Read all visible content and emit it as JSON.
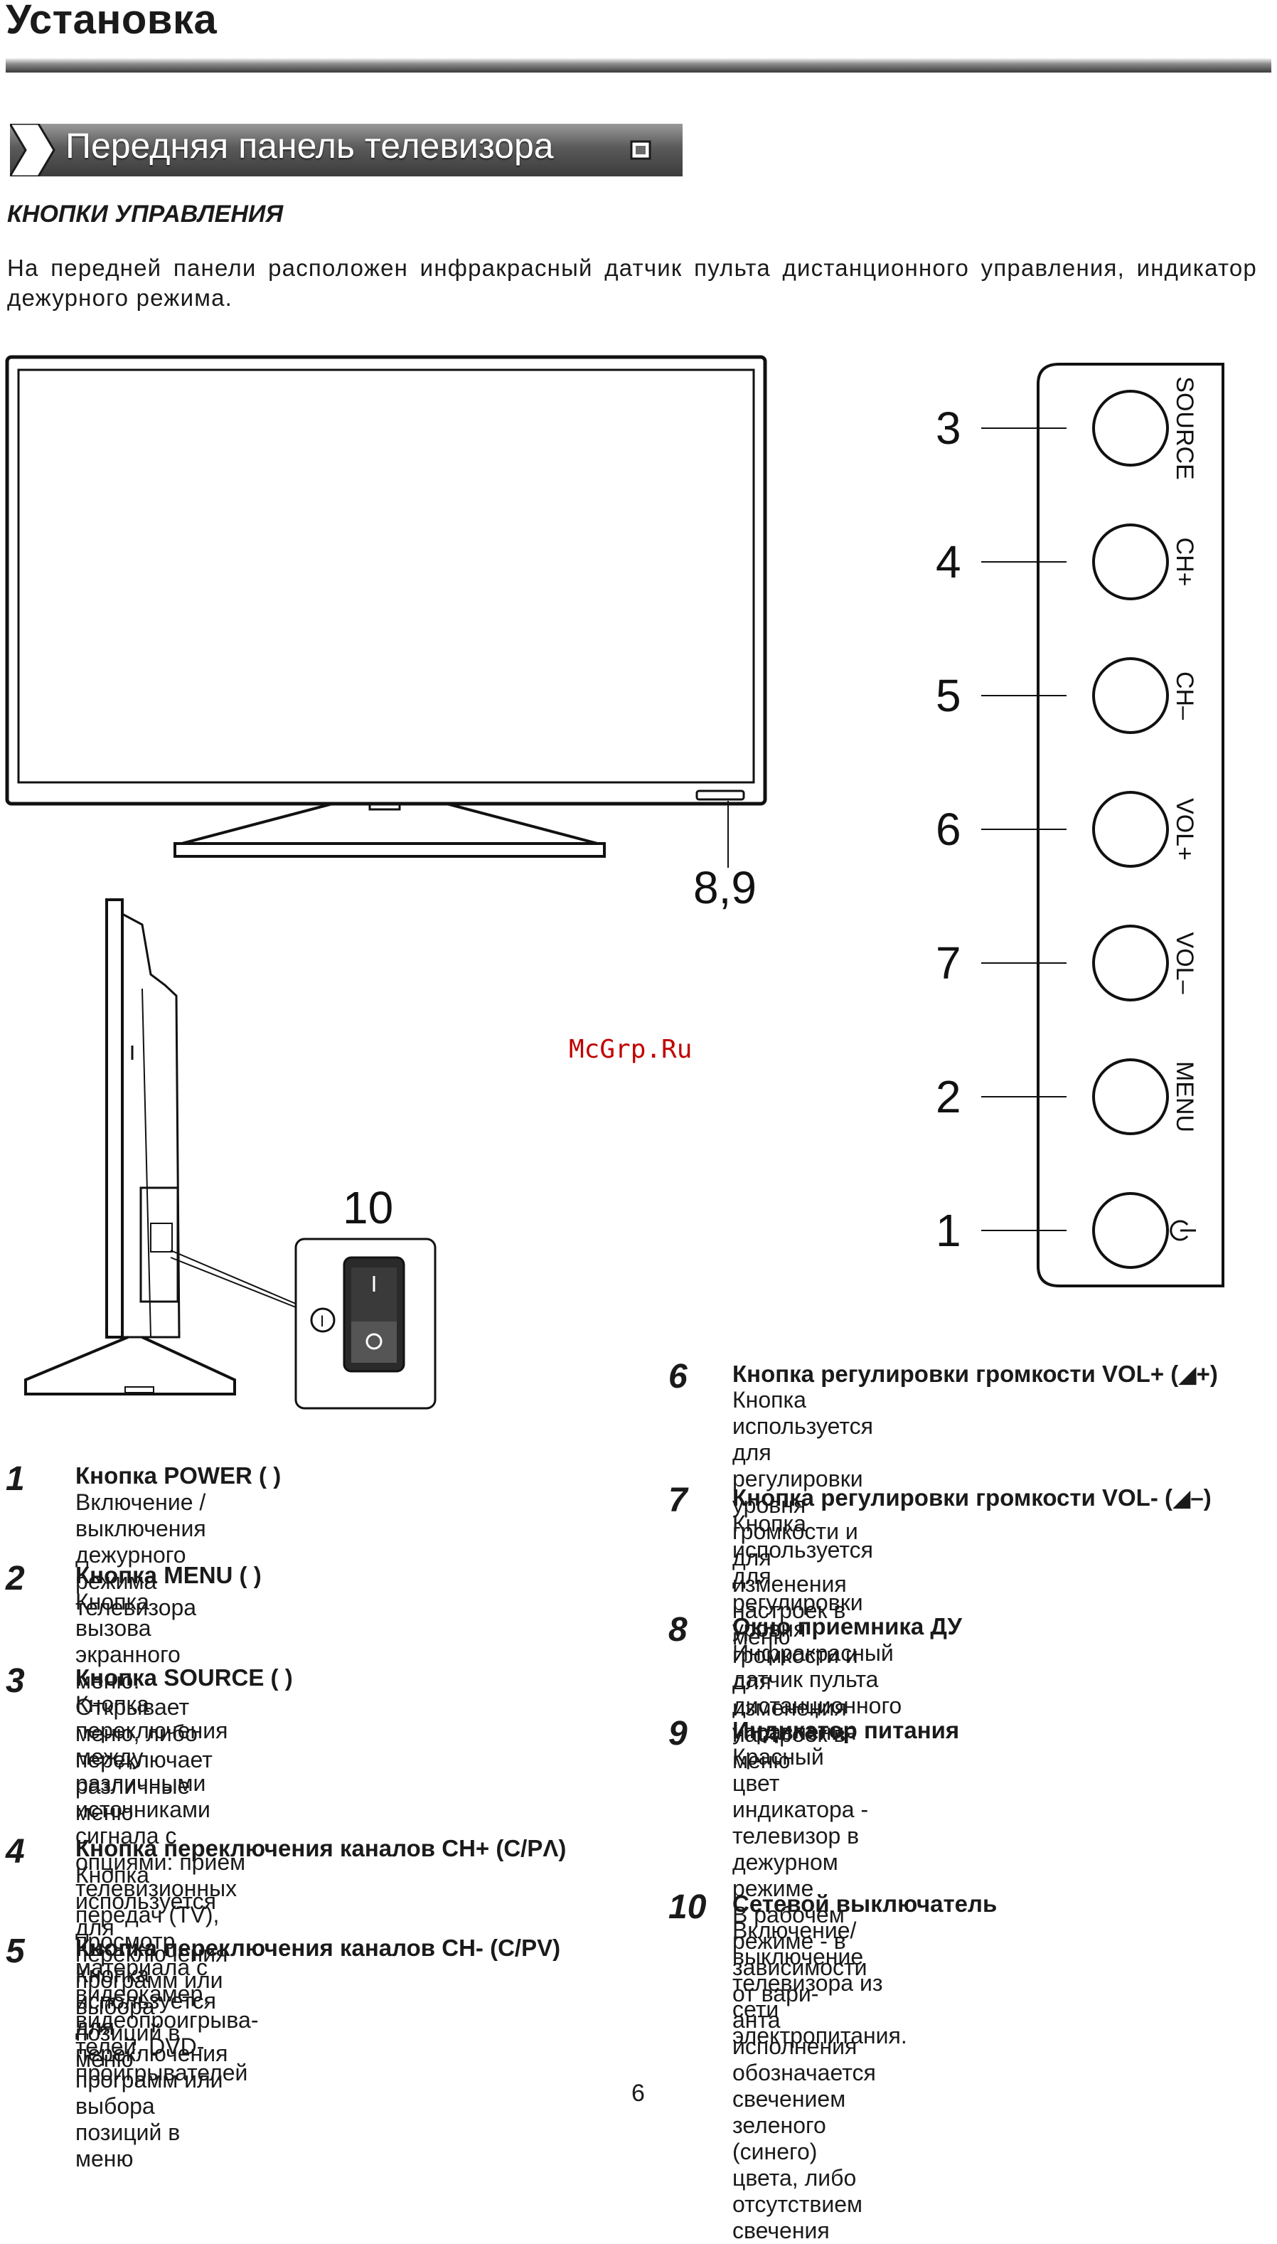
{
  "page_title": "Установка",
  "section_title": "Передняя панель телевизора",
  "controls_heading": "КНОПКИ УПРАВЛЕНИЯ",
  "intro": "На передней панели расположен инфракрасный датчик пульта дистанционного управления, индикатор дежурного режима.",
  "watermark": "McGrp.Ru",
  "diagram": {
    "ir_callout": "8,9",
    "switch_callout": "10",
    "switch_on_mark": "I",
    "switch_off_mark": "O",
    "panel_buttons": [
      {
        "num": "3",
        "label": "SOURCE"
      },
      {
        "num": "4",
        "label": "CH+"
      },
      {
        "num": "5",
        "label": "CH–"
      },
      {
        "num": "6",
        "label": "VOL+"
      },
      {
        "num": "7",
        "label": "VOL–"
      },
      {
        "num": "2",
        "label": "MENU"
      },
      {
        "num": "1",
        "label": "",
        "icon": "power-icon"
      }
    ]
  },
  "items_left": [
    {
      "num": "1",
      "title": "Кнопка POWER (  )",
      "icon": "power-icon",
      "desc": "Включение /выключения дежурного режима\nтелевизора"
    },
    {
      "num": "2",
      "title": "Кнопка MENU (  )",
      "icon": "menu-icon",
      "desc": "Кнопка вызова экранного меню. Открывает\nменю, либо переключает различные меню"
    },
    {
      "num": "3",
      "title": "Кнопка SOURCE (  )",
      "icon": "source-icon",
      "desc": "Кнопка переключения между различными\nисточниками сигнала с опциями: прием\nтелевизионных передач (TV), просмотр\nматериала с видеокамер, видеопроигрыва-\nтелей, DVD-проигрывателей"
    },
    {
      "num": "4",
      "title": "Кнопка переключения каналов CH+ (С/РΛ)",
      "desc": "Кнопка используется для переключения\nпрограмм или выбора позиций в меню"
    },
    {
      "num": "5",
      "title": "Кнопка переключения каналов CH- (С/РV)",
      "desc": "Кнопка используется для переключения\nпрограмм или выбора позиций в меню"
    }
  ],
  "items_right": [
    {
      "num": "6",
      "title": "Кнопка регулировки громкости VOL+ (◢+)",
      "desc": "Кнопка используется для регулировки\nуровня громкости и для изменения\nнастроек в меню"
    },
    {
      "num": "7",
      "title": "Кнопка регулировки громкости VOL- (◢–)",
      "desc": "Кнопка используется для регулировки\nуровня громкости и для изменения\nнастроек в меню"
    },
    {
      "num": "8",
      "title": "Окно приемника ДУ",
      "desc": "Инфракрасный датчик пульта\nдистанционного управления"
    },
    {
      "num": "9",
      "title": "Индикатор питания",
      "desc": "Красный цвет индикатора - телевизор в\nдежурном режиме\nВ рабочем режиме - в зависимости от вари-\nанта исполнения обозначается свечением\nзеленого (синего) цвета, либо отсутствием\nсвечения"
    },
    {
      "num": "10",
      "title": "Сетевой выключатель",
      "desc": "Включение/выключение телевизора из сети\nэлектропитания."
    }
  ],
  "page_number": "6"
}
